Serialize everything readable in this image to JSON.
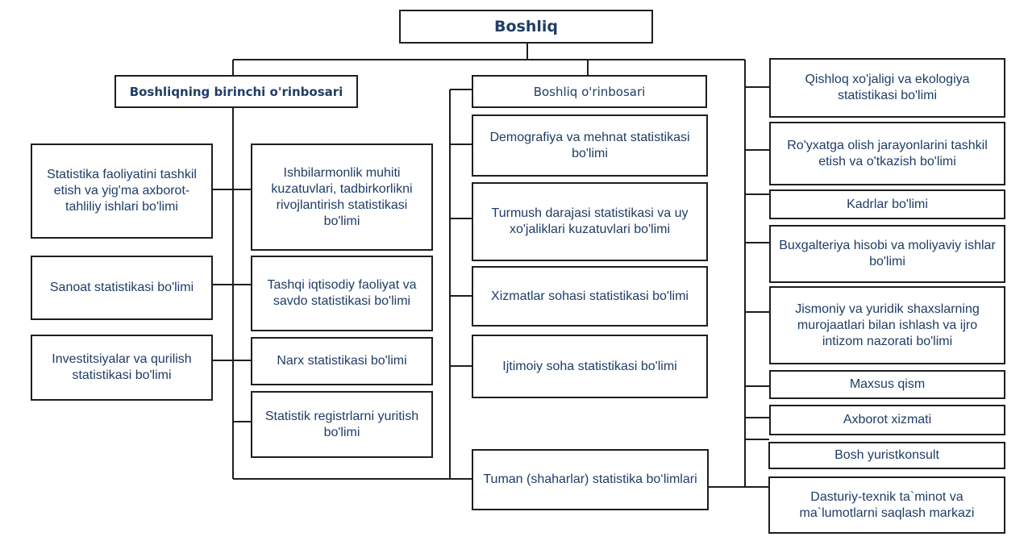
{
  "diagram": {
    "head": {
      "label": "Boshliq"
    },
    "first_deputy": {
      "label": "Boshliqning birinchi o'rinbosari",
      "left_departments": [
        "Statistika faoliyatini tashkil etish va yig'ma axborot-tahliliy ishlari bo'limi",
        "Sanoat statistikasi bo'limi",
        "Investitsiyalar va qurilish statistikasi bo'limi"
      ],
      "right_departments": [
        "Ishbilarmonlik muhiti kuzatuvlari, tadbirkorlikni rivojlantirish statistikasi bo'limi",
        "Tashqi iqtisodiy faoliyat va savdo statistikasi bo'limi",
        "Narx statistikasi bo'limi",
        "Statistik registrlarni yuritish bo'limi"
      ]
    },
    "deputy": {
      "label": "Boshliq o'rinbosari",
      "departments": [
        "Demografiya va mehnat statistikasi bo'limi",
        "Turmush darajasi statistikasi va uy xo'jaliklari kuzatuvlari bo'limi",
        "Xizmatlar sohasi statistikasi bo'limi",
        "Ijtimoiy soha statistikasi bo'limi"
      ]
    },
    "district_units": {
      "label": "Tuman (shaharlar) statistika bo‘limlari"
    },
    "direct_units": [
      "Qishloq xo'jaligi va ekologiya statistikasi bo'limi",
      "Ro'yxatga olish jarayonlarini tashkil etish va o'tkazish bo'limi",
      "Kadrlar bo'limi",
      "Buxgalteriya hisobi va moliyaviy ishlar bo'limi",
      "Jismoniy va yuridik shaxslarning murojaatlari bilan ishlash va ijro intizom nazorati bo'limi",
      "Maxsus qism",
      "Axborot xizmati",
      "Bosh yuristkonsult",
      "Dasturiy-texnik ta`minot va ma`lumotlarni saqlash markazi"
    ]
  },
  "colors": {
    "text": "#1f3d66",
    "border": "#1e1e1e",
    "background": "#ffffff"
  }
}
